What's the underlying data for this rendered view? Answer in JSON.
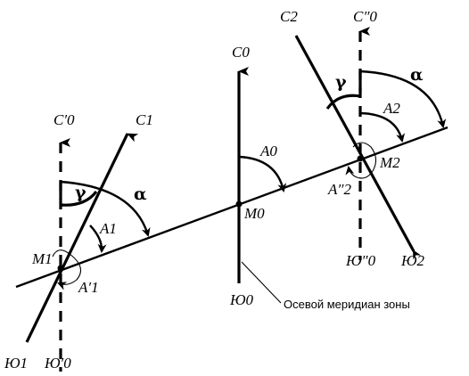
{
  "diagram": {
    "labels": {
      "C0_prime": "C′0",
      "C1": "C1",
      "alpha_left": "α",
      "gamma_left": "γ",
      "A1": "A1",
      "M1": "M1",
      "A1_prime": "A′1",
      "Yu1": "Ю1",
      "Yu0_prime": "Ю′0",
      "C0": "C0",
      "A0": "A0",
      "M0": "M0",
      "Yu0": "Ю0",
      "axial_meridian": "Осевой меридиан зоны",
      "C2": "C2",
      "C0_dprime": "C″0",
      "gamma_right": "γ",
      "alpha_right": "α",
      "A2": "A2",
      "M2": "M2",
      "A2_dprime": "A″2",
      "Yu0_dprime": "Ю″0",
      "Yu2": "Ю2"
    }
  }
}
